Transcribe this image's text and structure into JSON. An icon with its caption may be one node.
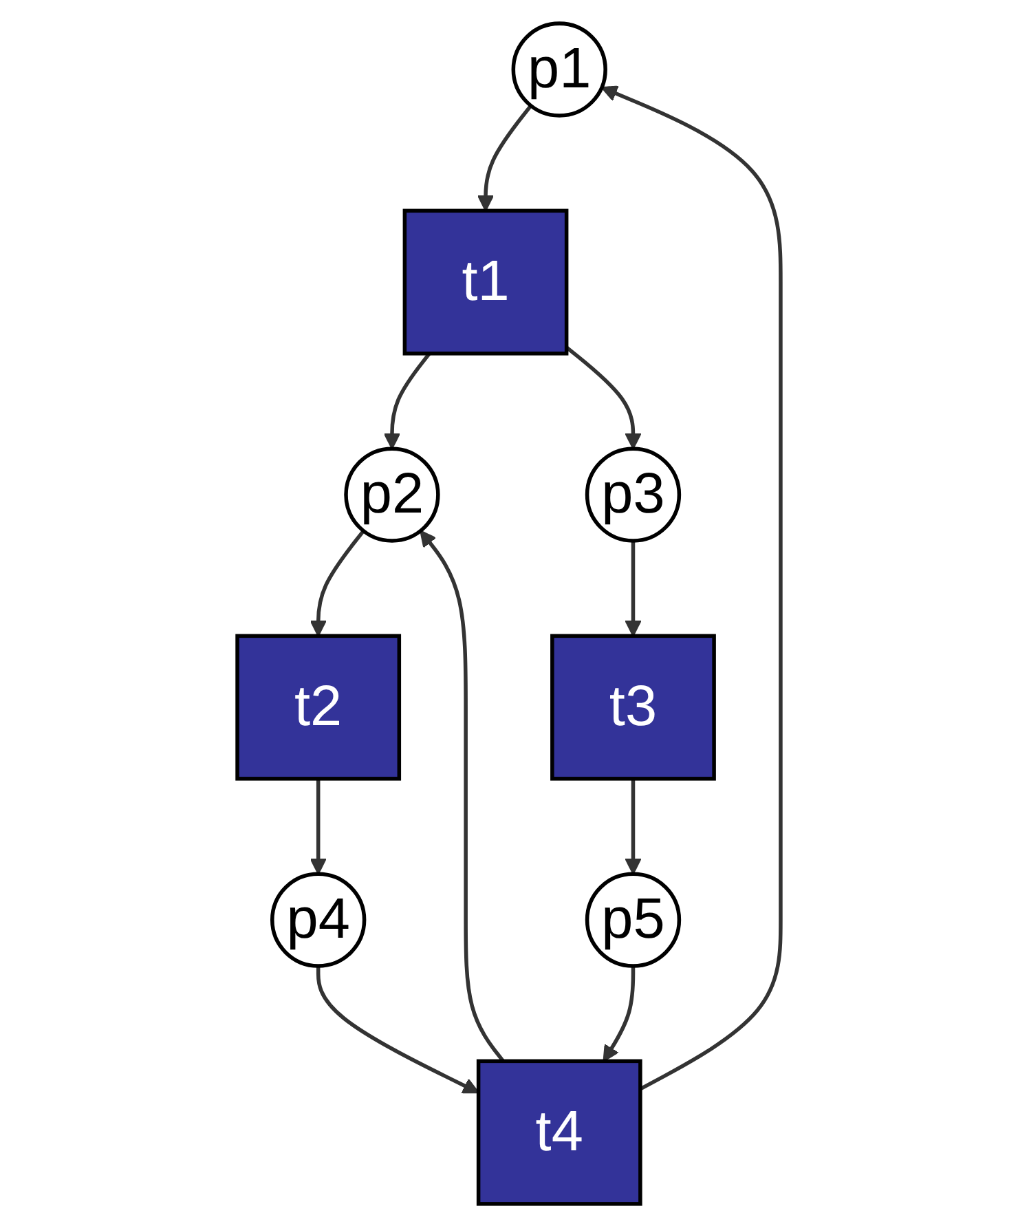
{
  "diagram": {
    "nodes": [
      {
        "text": [
          "p1"
        ]
      },
      {
        "text": [
          "t1"
        ]
      },
      {
        "text": [
          "p2"
        ]
      },
      {
        "text": [
          "p3"
        ]
      },
      {
        "text": [
          "t2"
        ]
      },
      {
        "text": [
          "t3"
        ]
      },
      {
        "text": [
          "p4"
        ]
      },
      {
        "text": [
          "p5"
        ]
      },
      {
        "text": [
          "t4"
        ]
      }
    ],
    "edges": [
      {
        "from": 0,
        "to": 1,
        "arrow": "to"
      },
      {
        "from": 1,
        "to": 2,
        "arrow": "to"
      },
      {
        "from": 1,
        "to": 3,
        "arrow": "to"
      },
      {
        "from": 2,
        "to": 4,
        "arrow": "to"
      },
      {
        "from": 3,
        "to": 5,
        "arrow": "to"
      },
      {
        "from": 4,
        "to": 6,
        "arrow": "to"
      },
      {
        "from": 5,
        "to": 7,
        "arrow": "to"
      },
      {
        "from": 6,
        "to": 8,
        "arrow": "to"
      },
      {
        "from": 7,
        "to": 8,
        "arrow": "to"
      },
      {
        "from": 8,
        "to": 2,
        "arrow": "to"
      },
      {
        "from": 8,
        "to": 0,
        "arrow": "to"
      }
    ]
  }
}
